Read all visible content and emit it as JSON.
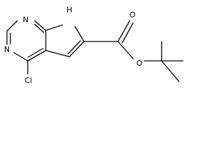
{
  "molecule": {
    "atoms": {
      "n1": "N",
      "n3": "N",
      "nh": "H",
      "cl": "Cl",
      "o_carbonyl": "O",
      "o_ester": "O"
    }
  }
}
